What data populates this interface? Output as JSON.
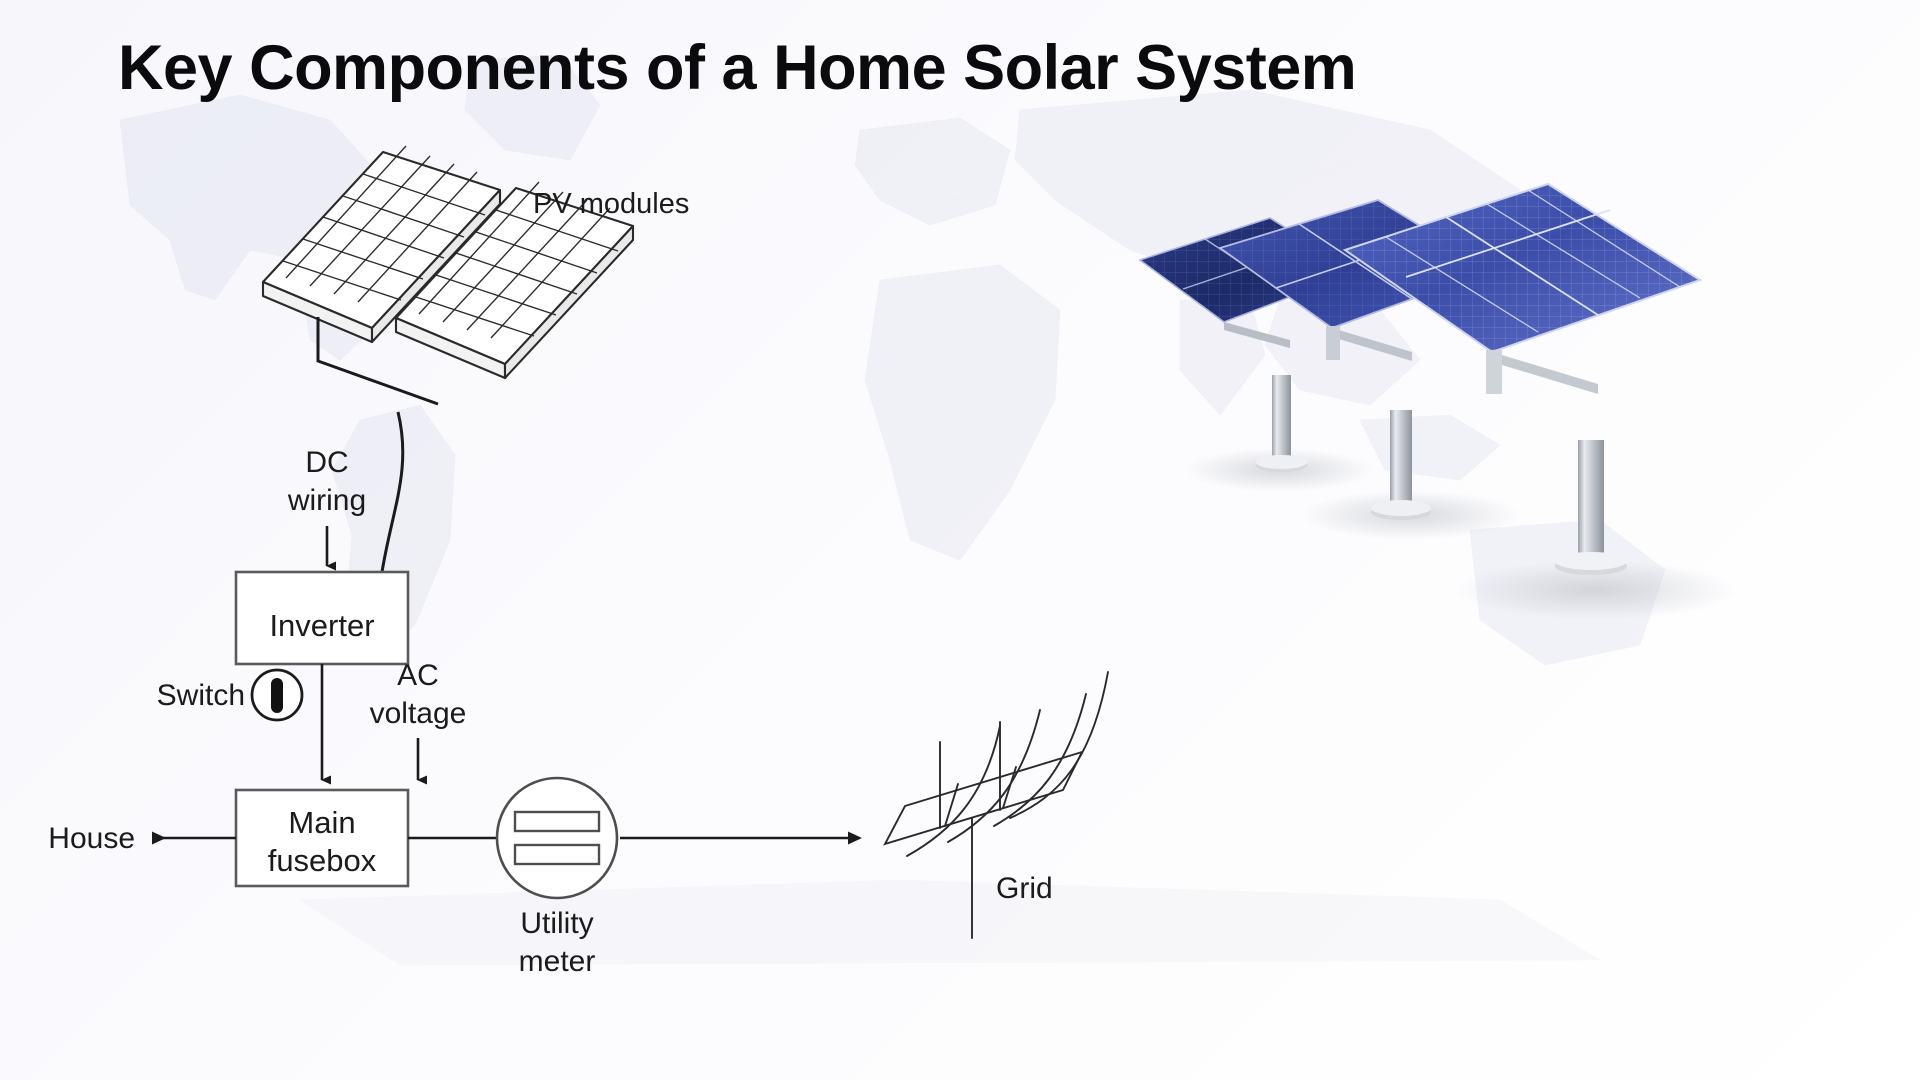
{
  "page": {
    "title": "Key Components of a Home Solar System",
    "background_color": "#ffffff",
    "accent_color": "#2b3a8f"
  },
  "diagram": {
    "type": "schematic-line-drawing",
    "labels": {
      "pv_modules": "PV modules",
      "dc_wiring_line1": "DC",
      "dc_wiring_line2": "wiring",
      "inverter": "Inverter",
      "switch": "Switch",
      "ac_voltage_line1": "AC",
      "ac_voltage_line2": "voltage",
      "house": "House",
      "main_fusebox_line1": "Main",
      "main_fusebox_line2": "fusebox",
      "utility_meter_line1": "Utility",
      "utility_meter_line2": "meter",
      "grid": "Grid"
    },
    "nodes": [
      {
        "id": "pv-modules",
        "label": "PV modules",
        "shape": "tilted-panel-pair"
      },
      {
        "id": "inverter",
        "label": "Inverter",
        "shape": "rectangle"
      },
      {
        "id": "switch",
        "label": "Switch",
        "shape": "circle-with-bar"
      },
      {
        "id": "main-fusebox",
        "label": "Main fusebox",
        "shape": "rectangle"
      },
      {
        "id": "utility-meter",
        "label": "Utility meter",
        "shape": "circle-with-two-bars"
      },
      {
        "id": "grid",
        "label": "Grid",
        "shape": "power-line-tower"
      },
      {
        "id": "house",
        "label": "House",
        "shape": "text-terminal"
      }
    ],
    "connections": [
      {
        "from": "pv-modules",
        "to": "inverter",
        "label": "DC wiring",
        "arrow": "down"
      },
      {
        "from": "inverter",
        "to": "main-fusebox",
        "label": "AC voltage",
        "arrow": "down"
      },
      {
        "from": "main-fusebox",
        "to": "house",
        "label": "",
        "arrow": "left"
      },
      {
        "from": "main-fusebox",
        "to": "utility-meter",
        "label": "",
        "arrow": "none"
      },
      {
        "from": "utility-meter",
        "to": "grid",
        "label": "",
        "arrow": "right"
      }
    ]
  },
  "photo": {
    "alt": "Ground-mounted solar panel array on metal pedestal posts",
    "panel_color_dark": "#1e2a6e",
    "panel_color_mid": "#2f409c",
    "panel_color_light": "#4a5fc0",
    "post_color": "#c9cbd0",
    "arrays": 3
  }
}
